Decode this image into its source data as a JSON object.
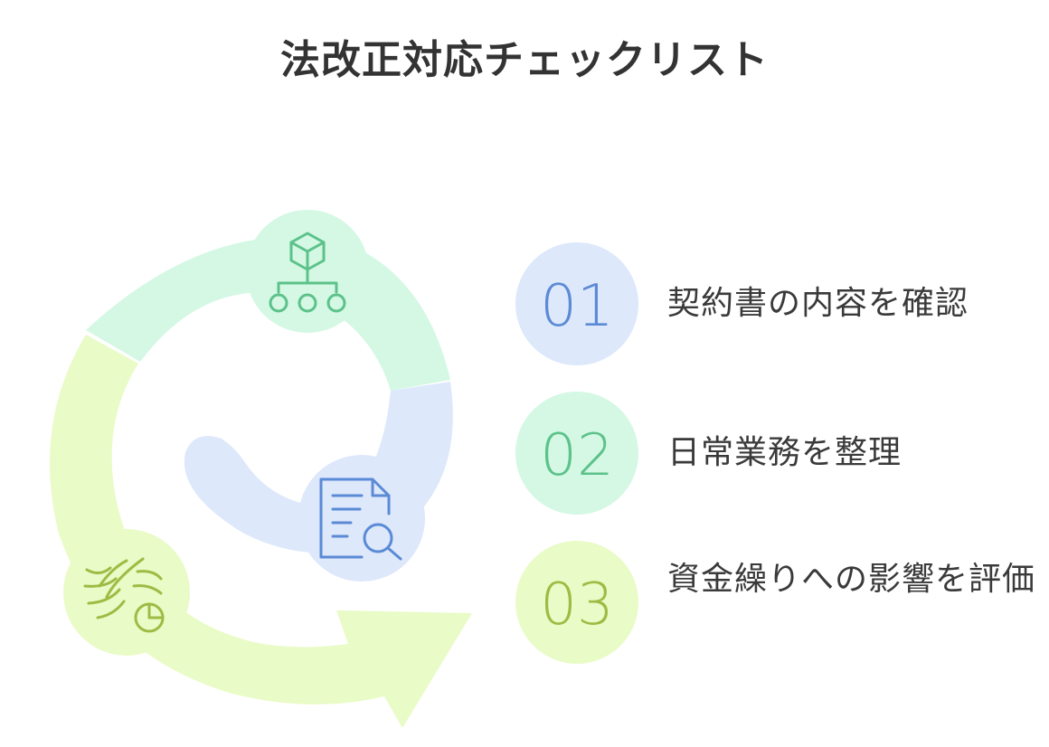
{
  "title": "法改正対応チェックリスト",
  "steps": [
    {
      "number": "01",
      "label": "契約書の内容を確認",
      "icon": "document-search-icon",
      "color": "#5b8ad6",
      "bg": "#dde8fb"
    },
    {
      "number": "02",
      "label": "日常業務を整理",
      "icon": "hierarchy-cube-icon",
      "color": "#5cc28a",
      "bg": "#d4f8e4"
    },
    {
      "number": "03",
      "label": "資金繰りへの影響を評価",
      "icon": "cash-flow-icon",
      "color": "#9cbc44",
      "bg": "#e9fbc6"
    }
  ]
}
